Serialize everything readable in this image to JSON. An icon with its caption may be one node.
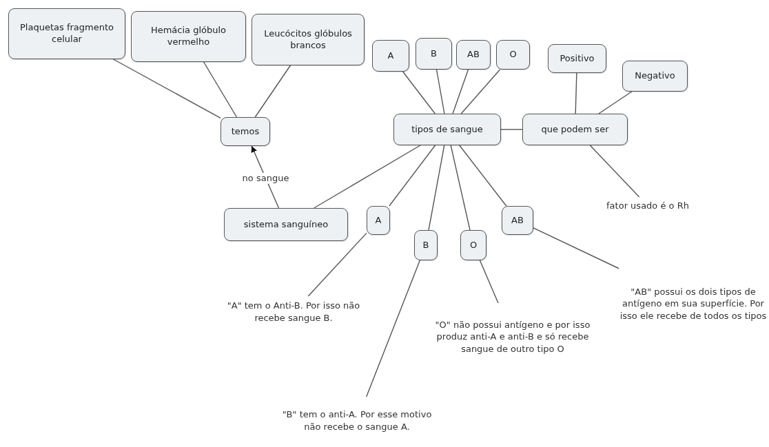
{
  "diagram": {
    "nodes": [
      {
        "text": [
          "Plaquetas fragmento celular"
        ]
      },
      {
        "text": [
          "Hemácia glóbulo vermelho"
        ]
      },
      {
        "text": [
          "Leucócitos glóbulos brancos"
        ]
      },
      {
        "text": [
          "temos"
        ]
      },
      {
        "text": [
          "A"
        ]
      },
      {
        "text": [
          "B"
        ]
      },
      {
        "text": [
          "AB"
        ]
      },
      {
        "text": [
          "O"
        ]
      },
      {
        "text": [
          "Positivo"
        ]
      },
      {
        "text": [
          "Negativo"
        ]
      },
      {
        "text": [
          "tipos de sangue"
        ]
      },
      {
        "text": [
          "que podem ser"
        ]
      },
      {
        "text": [
          "fator usado é o Rh"
        ]
      },
      {
        "text": [
          "sistema sanguíneo"
        ]
      },
      {
        "text": [
          "A"
        ]
      },
      {
        "text": [
          "AB"
        ]
      },
      {
        "text": [
          "B"
        ]
      },
      {
        "text": [
          "O"
        ]
      },
      {
        "text": [
          "\"A\" tem o Anti-B. Por isso não recebe sangue B."
        ]
      },
      {
        "text": [
          "\"AB\" possui os dois tipos de antígeno em sua superfície. Por isso ele recebe de todos os tipos"
        ]
      },
      {
        "text": [
          "\"O\" não possui antígeno e por isso produz anti-A e anti-B e só recebe sangue  de outro tipo O"
        ]
      },
      {
        "text": [
          "\"B\" tem o anti-A. Por esse motivo não recebe o sangue A."
        ]
      }
    ],
    "edges": [
      {
        "from": 0,
        "to": 3,
        "arrow": "none"
      },
      {
        "from": 1,
        "to": 3,
        "arrow": "none"
      },
      {
        "from": 2,
        "to": 3,
        "arrow": "none"
      },
      {
        "from": 13,
        "to": 3,
        "arrow": "to",
        "label": "no sangue"
      },
      {
        "from": 4,
        "to": 10,
        "arrow": "none"
      },
      {
        "from": 5,
        "to": 10,
        "arrow": "none"
      },
      {
        "from": 6,
        "to": 10,
        "arrow": "none"
      },
      {
        "from": 7,
        "to": 10,
        "arrow": "none"
      },
      {
        "from": 10,
        "to": 11,
        "arrow": "none"
      },
      {
        "from": 8,
        "to": 11,
        "arrow": "none"
      },
      {
        "from": 9,
        "to": 11,
        "arrow": "none"
      },
      {
        "from": 11,
        "to": 12,
        "arrow": "none"
      },
      {
        "from": 10,
        "to": 13,
        "arrow": "none"
      },
      {
        "from": 10,
        "to": 14,
        "arrow": "none"
      },
      {
        "from": 10,
        "to": 16,
        "arrow": "none"
      },
      {
        "from": 10,
        "to": 17,
        "arrow": "none"
      },
      {
        "from": 10,
        "to": 15,
        "arrow": "none"
      },
      {
        "from": 14,
        "to": 18,
        "arrow": "none"
      },
      {
        "from": 16,
        "to": 21,
        "arrow": "none"
      },
      {
        "from": 17,
        "to": 20,
        "arrow": "none"
      },
      {
        "from": 15,
        "to": 19,
        "arrow": "none"
      }
    ]
  }
}
